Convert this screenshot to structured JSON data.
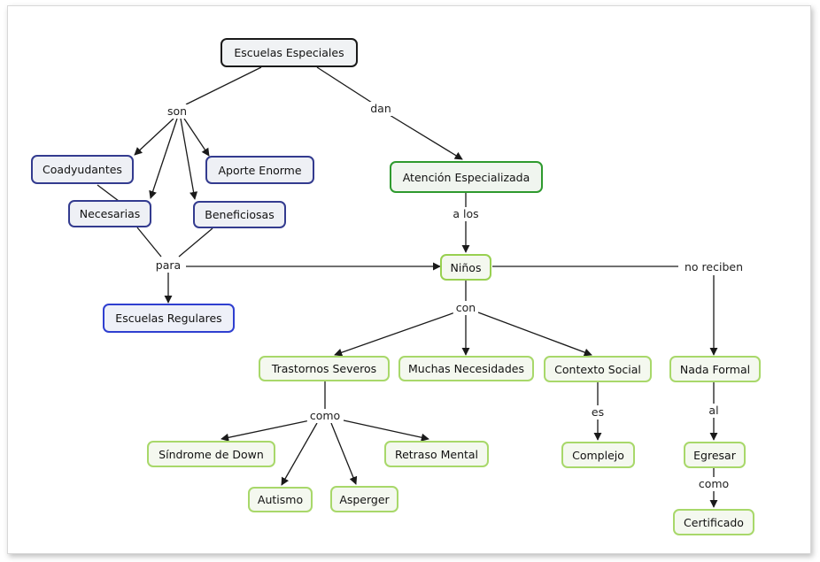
{
  "concepts": {
    "escuelas_especiales": "Escuelas Especiales",
    "coadyudantes": "Coadyudantes",
    "aporte_enorme": "Aporte Enorme",
    "necesarias": "Necesarias",
    "beneficiosas": "Beneficiosas",
    "escuelas_regulares": "Escuelas Regulares",
    "atencion_especializada": "Atención Especializada",
    "ninos": "Niños",
    "trastornos_severos": "Trastornos Severos",
    "muchas_necesidades": "Muchas Necesidades",
    "contexto_social": "Contexto Social",
    "nada_formal": "Nada Formal",
    "sindrome_de_down": "Síndrome de Down",
    "retraso_mental": "Retraso Mental",
    "autismo": "Autismo",
    "asperger": "Asperger",
    "complejo": "Complejo",
    "egresar": "Egresar",
    "certificado": "Certificado"
  },
  "linking_phrases": {
    "son": "son",
    "dan": "dan",
    "a_los": "a los",
    "para": "para",
    "con": "con",
    "no_reciben": "no reciben",
    "como_1": "como",
    "es": "es",
    "al": "al",
    "como_2": "como"
  },
  "colors": {
    "root_border": "#1a1a1a",
    "left_border": "#333b8f",
    "regulares_border": "#2f3fd0",
    "atencion_border": "#2e9a2e",
    "leaf_border": "#a8d86a",
    "edge": "#1a1a1a"
  }
}
